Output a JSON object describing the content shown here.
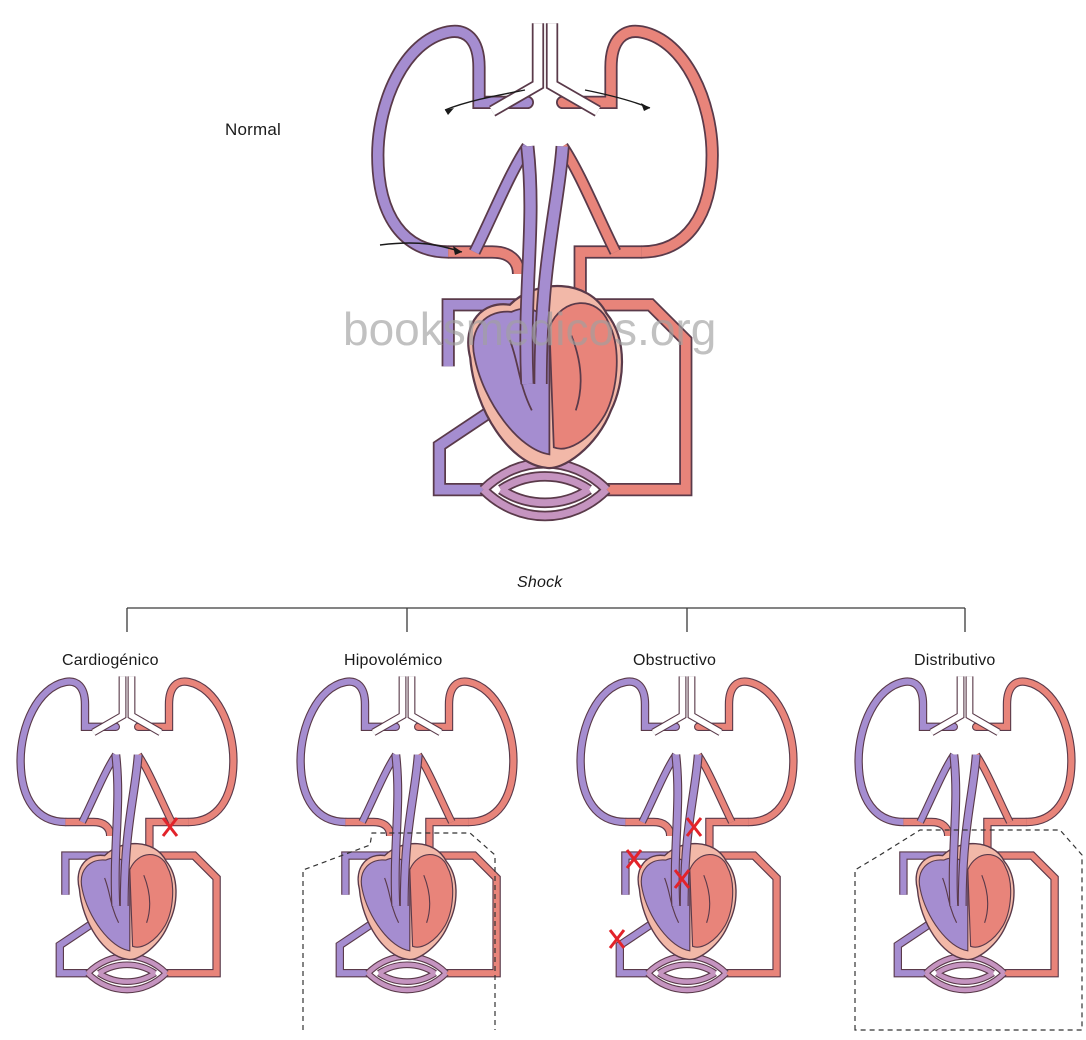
{
  "diagram": {
    "normal_label": "Normal",
    "shock_label": "Shock",
    "watermark": "booksmedicos.org",
    "shock_types": [
      {
        "label": "Cardiogénico",
        "impairment": "heart-pump-failure"
      },
      {
        "label": "Hipovolémico",
        "impairment": "reduced-blood-volume"
      },
      {
        "label": "Obstructivo",
        "impairment": "flow-obstruction"
      },
      {
        "label": "Distributivo",
        "impairment": "vasodilation"
      }
    ],
    "colors": {
      "venous": "#a58dd0",
      "arterial": "#e8847a",
      "outline": "#5a3a4a",
      "marker": "#e2232a",
      "tree": "#ffffff"
    }
  }
}
